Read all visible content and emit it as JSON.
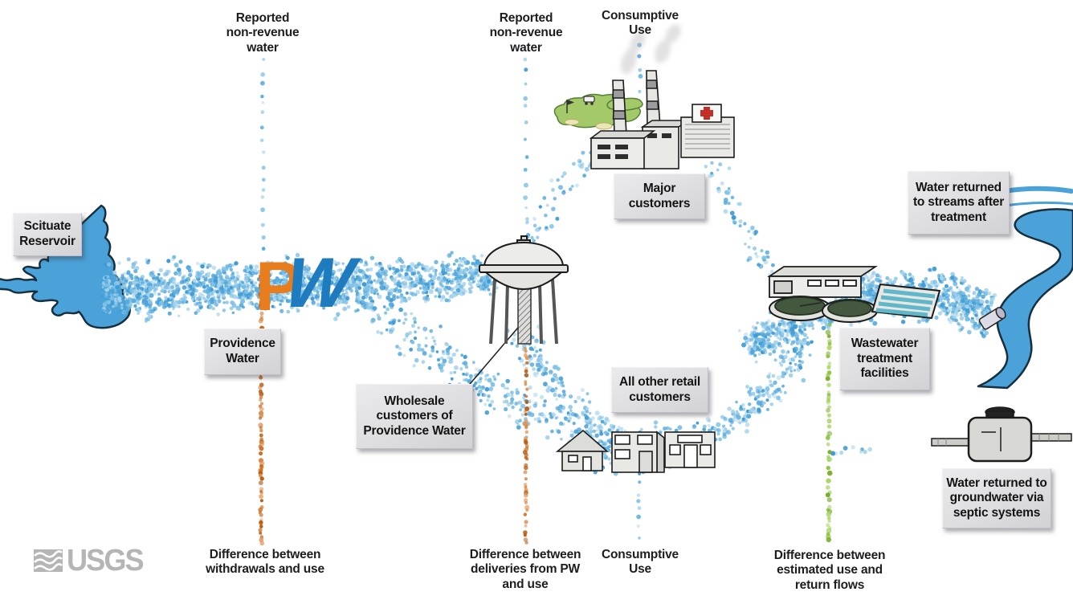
{
  "labels": {
    "nrw_left": "Reported\nnon-revenue\nwater",
    "nrw_mid": "Reported\nnon-revenue\nwater",
    "consumptive_top": "Consumptive\nUse",
    "consumptive_bottom": "Consumptive\nUse",
    "diff_withdrawals": "Difference between\nwithdrawals and use",
    "diff_deliveries": "Difference between\ndeliveries from PW\nand use",
    "diff_estimated": "Difference between\nestimated use and\nreturn flows",
    "scituate": "Scituate\nReservoir",
    "providence": "Providence\nWater",
    "wholesale": "Wholesale\ncustomers of\nProvidence Water",
    "major": "Major\ncustomers",
    "retail": "All other retail\ncustomers",
    "streams": "Water returned\nto streams after\ntreatment",
    "wwtp": "Wastewater\ntreatment\nfacilities",
    "groundwater": "Water returned  to\ngroundwater via\nseptic systems"
  },
  "branding": {
    "usgs": "USGS",
    "pw_p": "P",
    "pw_w": "W"
  },
  "colors": {
    "water_dot": "#56abdc",
    "water_dot_mid": "#7fc1e6",
    "water_dot_light": "#a9d4ec",
    "water_dot_dark": "#3f9bd4",
    "loss_dot": "#cf6a1f",
    "loss_dot_light": "#e0914f",
    "loss_dot_dark": "#b85d14",
    "return_dot": "#8dc63f",
    "return_dot_light": "#a8d55f",
    "return_dot_dark": "#76ab27",
    "water_body": "#4aa2d8",
    "outline": "#16303f",
    "pw_orange": "#e87d1e",
    "pw_blue": "#1e7cbe",
    "usgs_gray": "#b5b5b5"
  }
}
